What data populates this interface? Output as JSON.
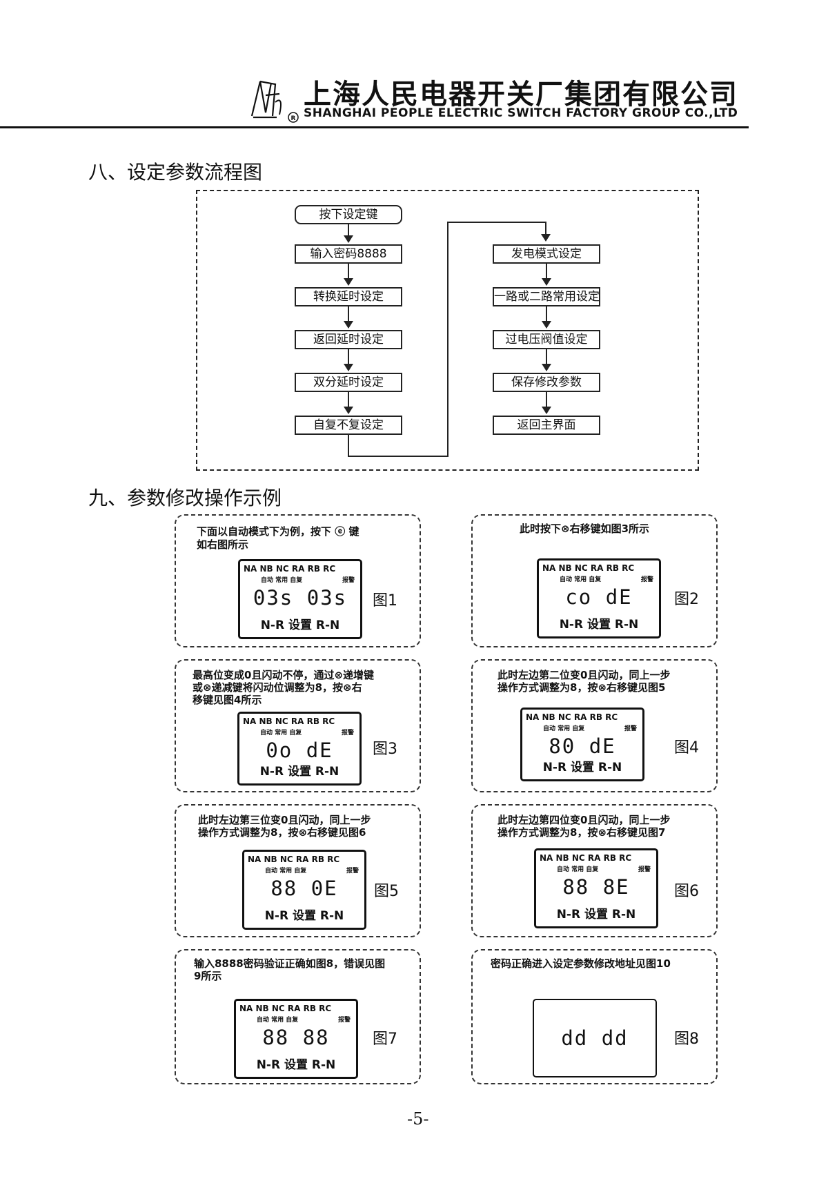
{
  "header": {
    "company_cn": "上海人民电器开关厂集团有限公司",
    "company_en": "SHANGHAI PEOPLE ELECTRIC SWITCH FACTORY GROUP CO.,LTD",
    "registered_mark": "®"
  },
  "section8": {
    "title": "八、设定参数流程图",
    "flow_left": [
      "按下设定键",
      "输入密码8888",
      "转换延时设定",
      "返回延时设定",
      "双分延时设定",
      "自复不复设定"
    ],
    "flow_right": [
      "发电模式设定",
      "一路或二路常用设定",
      "过电压阀值设定",
      "保存修改参数",
      "返回主界面"
    ]
  },
  "section9": {
    "title": "九、参数修改操作示例",
    "panels": [
      {
        "text": [
          "下面以自动模式下为例，按下 ⓔ 键",
          "如右图所示"
        ],
        "lcd": {
          "top": "NA NB NC RA RB RC",
          "sub": "自动 常用     自复",
          "alarm": "报警",
          "digits": "03s 03s",
          "bottom": "N-R 设置 R-N"
        },
        "fig": "图1"
      },
      {
        "text": [
          "此时按下⊗右移键如图3所示"
        ],
        "lcd": {
          "top": "NA NB NC RA RB RC",
          "sub": "自动 常用     自复",
          "alarm": "报警",
          "digits": "co  dE",
          "bottom": "N-R 设置 R-N"
        },
        "fig": "图2"
      },
      {
        "text": [
          "最高位变成0且闪动不停，通过⊗递增键",
          "或⊗递减键将闪动位调整为8，按⊗右",
          "移键见图4所示"
        ],
        "lcd": {
          "top": "NA NB NC RA RB RC",
          "sub": "自动 常用     自复",
          "alarm": "报警",
          "digits": "0o  dE",
          "bottom": "N-R 设置 R-N"
        },
        "fig": "图3"
      },
      {
        "text": [
          "此时左边第二位变0且闪动，同上一步",
          "操作方式调整为8，按⊗右移键见图5"
        ],
        "lcd": {
          "top": "NA NB NC RA RB RC",
          "sub": "自动 常用     自复",
          "alarm": "报警",
          "digits": "80  dE",
          "bottom": "N-R 设置 R-N"
        },
        "fig": "图4"
      },
      {
        "text": [
          "此时左边第三位变0且闪动，同上一步",
          "操作方式调整为8，按⊗右移键见图6"
        ],
        "lcd": {
          "top": "NA NB NC RA RB RC",
          "sub": "自动 常用     自复",
          "alarm": "报警",
          "digits": "88  0E",
          "bottom": "N-R 设置 R-N"
        },
        "fig": "图5"
      },
      {
        "text": [
          "此时左边第四位变0且闪动，同上一步",
          "操作方式调整为8，按⊗右移键见图7"
        ],
        "lcd": {
          "top": "NA NB NC RA RB RC",
          "sub": "自动 常用     自复",
          "alarm": "报警",
          "digits": "88  8E",
          "bottom": "N-R 设置 R-N"
        },
        "fig": "图6"
      },
      {
        "text": [
          "输入8888密码验证正确如图8，错误见图",
          "9所示"
        ],
        "lcd": {
          "top": "NA NB NC RA RB RC",
          "sub": "自动 常用     自复",
          "alarm": "报警",
          "digits": "88  88",
          "bottom": "N-R 设置 R-N"
        },
        "fig": "图7"
      },
      {
        "text": [
          "密码正确进入设定参数修改地址见图10"
        ],
        "lcd": {
          "top": "",
          "sub": "",
          "alarm": "",
          "digits": "dd  dd",
          "bottom": ""
        },
        "fig": "图8"
      }
    ]
  },
  "footer": {
    "page": "-5-"
  }
}
